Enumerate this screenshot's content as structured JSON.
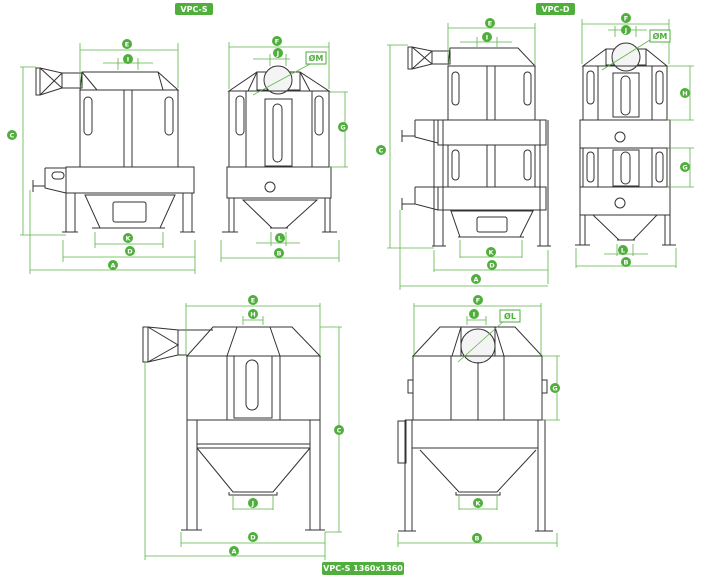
{
  "titles": {
    "vpc_s": "VPC-S",
    "vpc_d": "VPC-D",
    "vpc_s_1360": "VPC-S 1360x1360"
  },
  "colors": {
    "accent": "#4fae3c",
    "line": "#333333"
  },
  "views": {
    "vpc_s_side": {
      "E": "E",
      "I": "I",
      "C": "C",
      "K": "K",
      "D": "D",
      "A": "A"
    },
    "vpc_s_front": {
      "F": "F",
      "J": "J",
      "M": "ØM",
      "G": "G",
      "L": "L",
      "B": "B"
    },
    "vpc_d_side": {
      "E": "E",
      "I": "I",
      "C": "C",
      "K": "K",
      "D": "D",
      "A": "A"
    },
    "vpc_d_front": {
      "F": "F",
      "J": "J",
      "M": "ØM",
      "H": "H",
      "G": "G",
      "L": "L",
      "B": "B"
    },
    "vpc_1360_side": {
      "E": "E",
      "H": "H",
      "C": "C",
      "J": "J",
      "D": "D",
      "A": "A"
    },
    "vpc_1360_front": {
      "F": "F",
      "I": "I",
      "L": "ØL",
      "G": "G",
      "K": "K",
      "B": "B"
    }
  }
}
